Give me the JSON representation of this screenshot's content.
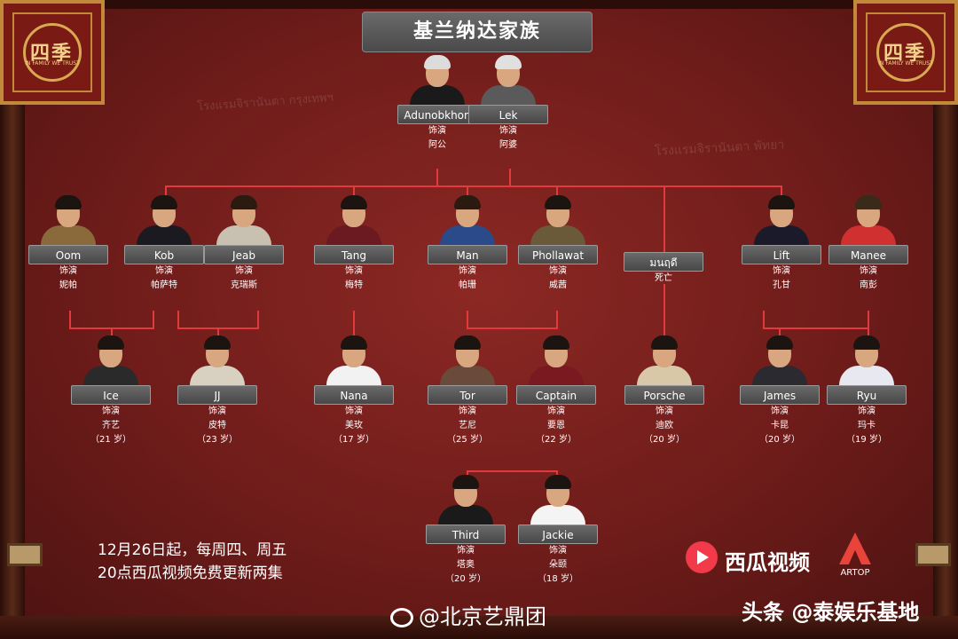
{
  "header": {
    "title": "基兰纳达家族",
    "logo_text": "四季",
    "logo_subtitle": "IN FAMILY WE TRUST"
  },
  "watermarks": {
    "left": "โรงแรมจิรานันตา กรุงเทพฯ",
    "right": "โรงแรมจิรานันตา พัทยา"
  },
  "role_prefix": "饰演",
  "grandparents": [
    {
      "name": "Adunobkhon",
      "actor": "阿公",
      "suit": "#1a1a1a",
      "hair": "#dcdcdc"
    },
    {
      "name": "Lek",
      "actor": "阿婆",
      "suit": "#5a5a5a",
      "hair": "#e0e0e0"
    }
  ],
  "parents": [
    {
      "name": "Oom",
      "actor": "妮帕",
      "suit": "#8a6a3a",
      "hair": "#1c1410"
    },
    {
      "name": "Kob",
      "actor": "帕萨特",
      "suit": "#1a1a20",
      "hair": "#1c1410"
    },
    {
      "name": "Jeab",
      "actor": "克瑞斯",
      "suit": "#c8c0b0",
      "hair": "#2a1a10"
    },
    {
      "name": "Tang",
      "actor": "梅特",
      "suit": "#6a1a20",
      "hair": "#1c1410"
    },
    {
      "name": "Man",
      "actor": "帕珊",
      "suit": "#2a4a8a",
      "hair": "#2a1a10"
    },
    {
      "name": "Phollawat",
      "actor": "威茜",
      "suit": "#6a5a3a",
      "hair": "#1c1410"
    },
    {
      "name": "มนฤดี",
      "actor": "死亡",
      "suit": "",
      "hair": ""
    },
    {
      "name": "Lift",
      "actor": "孔甘",
      "suit": "#1a1a2a",
      "hair": "#1c1410"
    },
    {
      "name": "Manee",
      "actor": "南彭",
      "suit": "#d03030",
      "hair": "#3a2a1a"
    }
  ],
  "children": [
    {
      "name": "Ice",
      "actor": "齐艺",
      "age": "（21 岁）",
      "suit": "#2a2a2a",
      "hair": "#1c1410"
    },
    {
      "name": "JJ",
      "actor": "皮特",
      "age": "（23 岁）",
      "suit": "#d8d0c0",
      "hair": "#1c1410"
    },
    {
      "name": "Nana",
      "actor": "美玫",
      "age": "（17 岁）",
      "suit": "#f2f2f2",
      "hair": "#1c1410"
    },
    {
      "name": "Tor",
      "actor": "艺尼",
      "age": "（25 岁）",
      "suit": "#6a4a3a",
      "hair": "#1c1410"
    },
    {
      "name": "Captain",
      "actor": "要恩",
      "age": "（22 岁）",
      "suit": "#7a1a20",
      "hair": "#1c1410"
    },
    {
      "name": "Porsche",
      "actor": "迪欧",
      "age": "（20 岁）",
      "suit": "#d8c8a8",
      "hair": "#1c1410"
    },
    {
      "name": "James",
      "actor": "卡昆",
      "age": "（20 岁）",
      "suit": "#2a2a30",
      "hair": "#1c1410"
    },
    {
      "name": "Ryu",
      "actor": "玛卡",
      "age": "（19 岁）",
      "suit": "#e8e8f0",
      "hair": "#1c1410"
    },
    {
      "name": "Third",
      "actor": "塔奥",
      "age": "（20 岁）",
      "suit": "#1a1a1a",
      "hair": "#1c1410"
    },
    {
      "name": "Jackie",
      "actor": "朵颐",
      "age": "（18 岁）",
      "suit": "#f4f4f4",
      "hair": "#1c1410"
    }
  ],
  "footer": {
    "line1": "12月26日起，每周四、周五",
    "line2": "20点西瓜视频免费更新两集",
    "brand": "西瓜视频",
    "artop": "ARTOP",
    "weibo": "@北京艺鼎团",
    "toutiao": "头条 @泰娱乐基地"
  },
  "colors": {
    "line": "#e23a3a",
    "plate": "#555555",
    "background": "#7a1e1c"
  }
}
